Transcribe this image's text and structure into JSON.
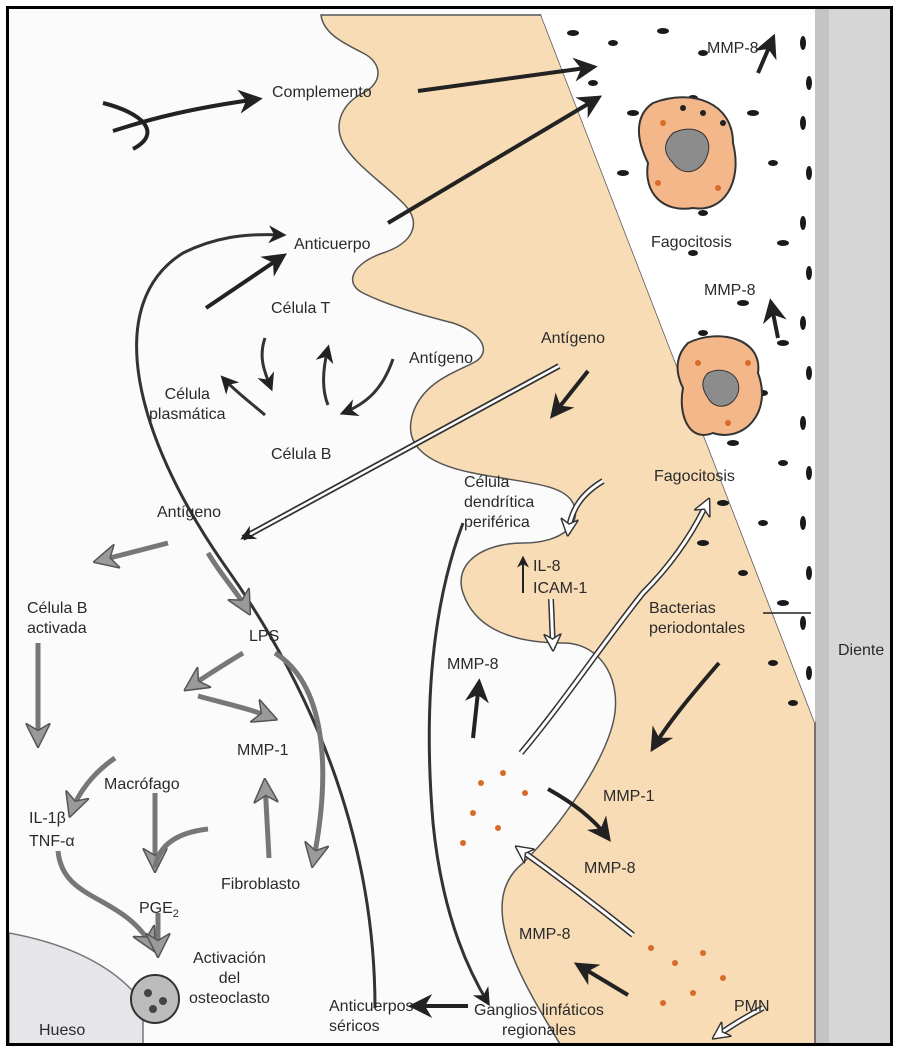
{
  "labels": {
    "complemento": "Complemento",
    "mmp8_top": "MMP-8",
    "fagocitosis_top": "Fagocitosis",
    "anticuerpo": "Anticuerpo",
    "mmp8_upper_right": "MMP-8",
    "celula_t": "Célula T",
    "antigeno_mid": "Antígeno",
    "antigeno_upper": "Antígeno",
    "celula_plasmatica_l1": "Célula",
    "celula_plasmatica_l2": "plasmática",
    "celula_b": "Célula B",
    "antigeno_left": "Antígeno",
    "celula_dendritica_l1": "Célula",
    "celula_dendritica_l2": "dendrítica",
    "celula_dendritica_l3": "periférica",
    "fagocitosis_mid": "Fagocitosis",
    "il8": "IL-8",
    "icam1": "ICAM-1",
    "celula_b_activada_l1": "Célula B",
    "celula_b_activada_l2": "activada",
    "lps": "LPS",
    "bacterias_l1": "Bacterias",
    "bacterias_l2": "periodontales",
    "diente": "Diente",
    "mmp8_left": "MMP-8",
    "mmp1_left": "MMP-1",
    "macrofago": "Macrófago",
    "il1b": "IL-1β",
    "tnfa": "TNF-α",
    "mmp1_right": "MMP-1",
    "mmp8_lower": "MMP-8",
    "fibroblasto": "Fibroblasto",
    "pge_base": "PGE",
    "pge_sub": "2",
    "mmp8_bottom": "MMP-8",
    "activacion_l1": "Activación",
    "activacion_l2": "del",
    "activacion_l3": "osteoclasto",
    "anticuerpos_l1": "Anticuerpos",
    "anticuerpos_l2": "séricos",
    "ganglios_l1": "Ganglios linfáticos",
    "ganglios_l2": "regionales",
    "pmn": "PMN",
    "hueso": "Hueso"
  },
  "colors": {
    "gingiva": "#f8dcb6",
    "tooth": "#d6d6d6",
    "dark_arrow": "#222222",
    "gray_arrow": "#9a9a9a",
    "open_arrow": "#ffffff",
    "neutrophil_dot": "#d86a2a",
    "bacteria": "#1a1a1a"
  }
}
